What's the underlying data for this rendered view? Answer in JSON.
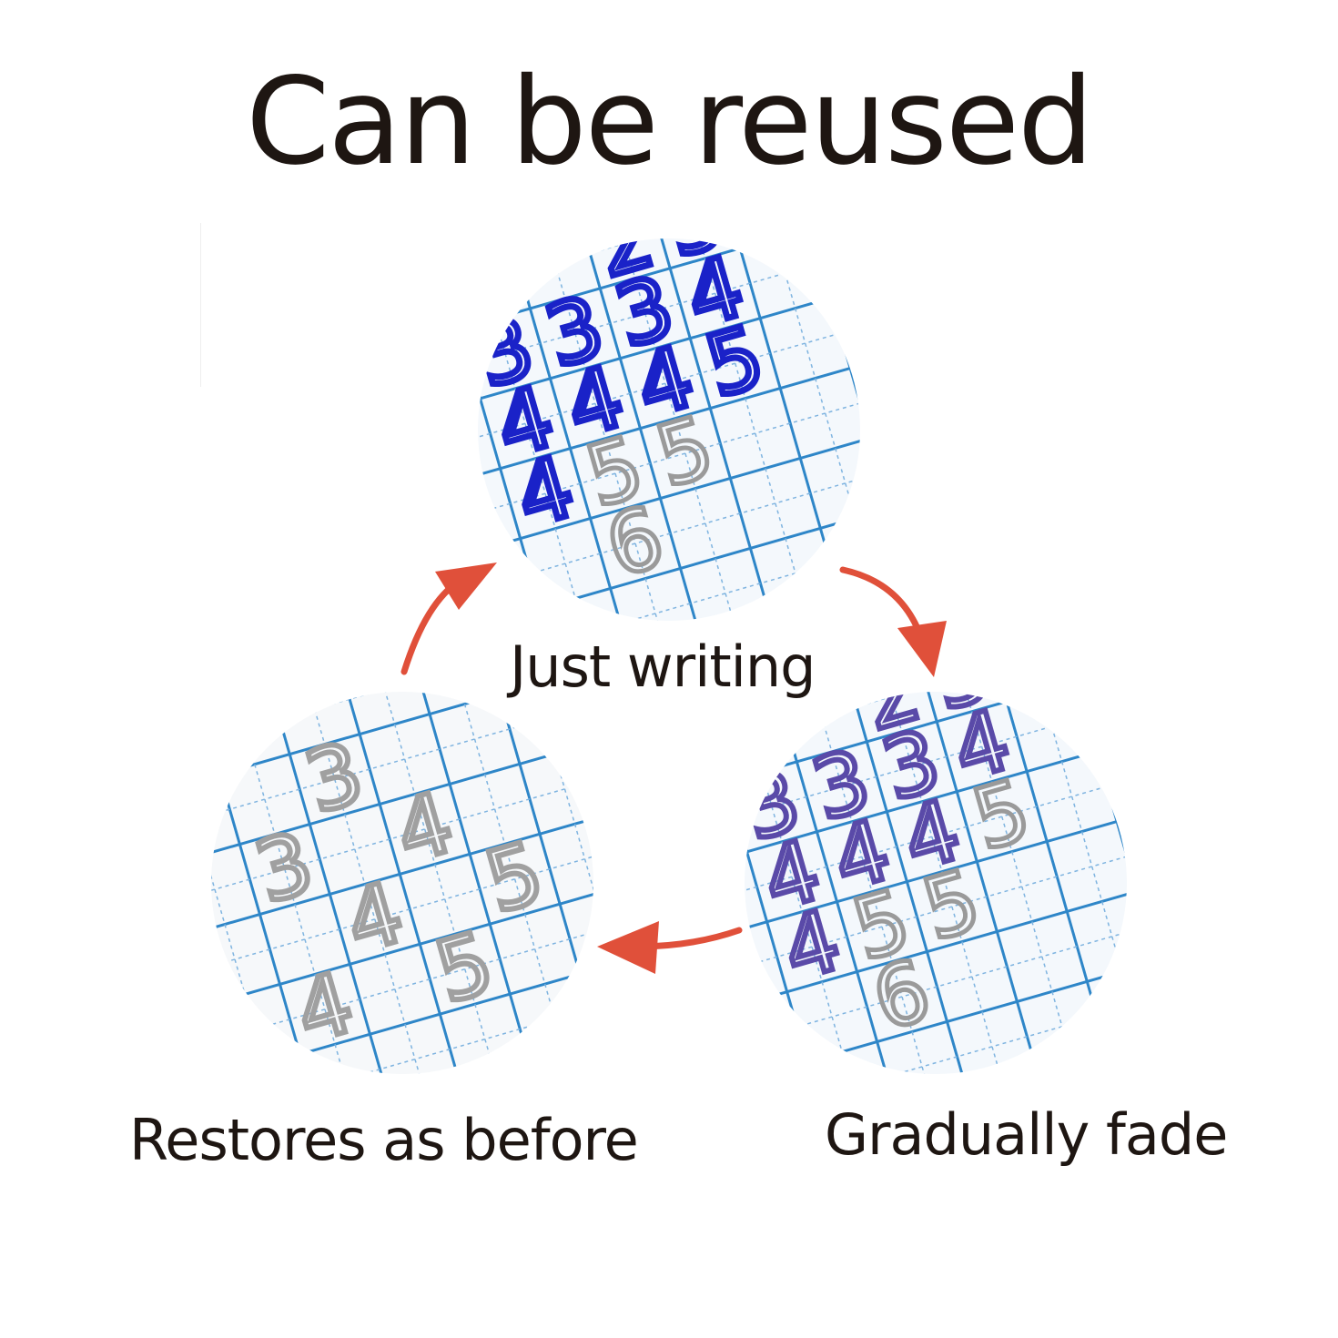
{
  "title": "Can be reused",
  "stages": {
    "top": {
      "caption": "Just writing",
      "ink_color": "#1a22c8"
    },
    "right": {
      "caption": "Gradually fade",
      "ink_color": "#5a4aa8"
    },
    "left": {
      "caption": "Restores as before",
      "ink_color": "#9a9a9a"
    }
  },
  "digits": [
    "2",
    "3",
    "3",
    "3",
    "3",
    "3",
    "4",
    "4",
    "4",
    "4",
    "4",
    "5",
    "5",
    "5",
    "6"
  ],
  "colors": {
    "text": "#1e1612",
    "arrow": "#e0503a",
    "grid": "#2e86c8",
    "grid_dash": "#7fb4e0",
    "paper": "#f4f8fc"
  }
}
